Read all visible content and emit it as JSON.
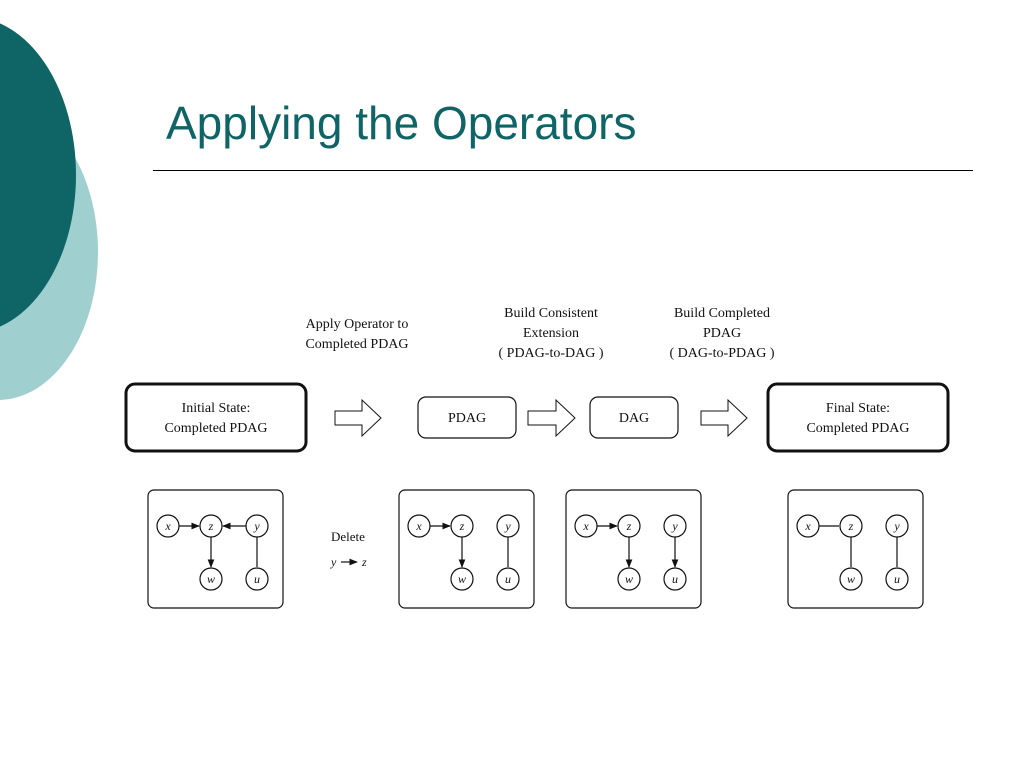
{
  "slide": {
    "title": "Applying the Operators",
    "accent_color": "#0f6466",
    "accent_light_color": "#9fcfcf"
  },
  "captions": {
    "apply": [
      "Apply Operator to",
      "Completed PDAG"
    ],
    "extension": [
      "Build Consistent",
      "Extension",
      "( PDAG-to-DAG )"
    ],
    "completed": [
      "Build Completed",
      "PDAG",
      "( DAG-to-PDAG )"
    ]
  },
  "boxes": {
    "initial": [
      "Initial State:",
      "Completed PDAG"
    ],
    "pdag": "PDAG",
    "dag": "DAG",
    "final": [
      "Final State:",
      "Completed PDAG"
    ]
  },
  "operation": {
    "label": "Delete",
    "edge_from": "y",
    "edge_to": "z"
  },
  "graphs": [
    {
      "name": "initial-graph",
      "nodes": [
        "x",
        "z",
        "y",
        "w",
        "u"
      ],
      "edges": [
        {
          "from": "x",
          "to": "z",
          "directed": true
        },
        {
          "from": "y",
          "to": "z",
          "directed": true
        },
        {
          "from": "z",
          "to": "w",
          "directed": true
        },
        {
          "from": "y",
          "to": "u",
          "directed": false
        }
      ]
    },
    {
      "name": "pdag-graph",
      "nodes": [
        "x",
        "z",
        "y",
        "w",
        "u"
      ],
      "edges": [
        {
          "from": "x",
          "to": "z",
          "directed": true
        },
        {
          "from": "z",
          "to": "w",
          "directed": true
        },
        {
          "from": "y",
          "to": "u",
          "directed": false
        }
      ]
    },
    {
      "name": "dag-graph",
      "nodes": [
        "x",
        "z",
        "y",
        "w",
        "u"
      ],
      "edges": [
        {
          "from": "x",
          "to": "z",
          "directed": true
        },
        {
          "from": "z",
          "to": "w",
          "directed": true
        },
        {
          "from": "y",
          "to": "u",
          "directed": true
        }
      ]
    },
    {
      "name": "final-graph",
      "nodes": [
        "x",
        "z",
        "y",
        "w",
        "u"
      ],
      "edges": [
        {
          "from": "x",
          "to": "z",
          "directed": false
        },
        {
          "from": "z",
          "to": "w",
          "directed": false
        },
        {
          "from": "y",
          "to": "u",
          "directed": false
        }
      ]
    }
  ]
}
